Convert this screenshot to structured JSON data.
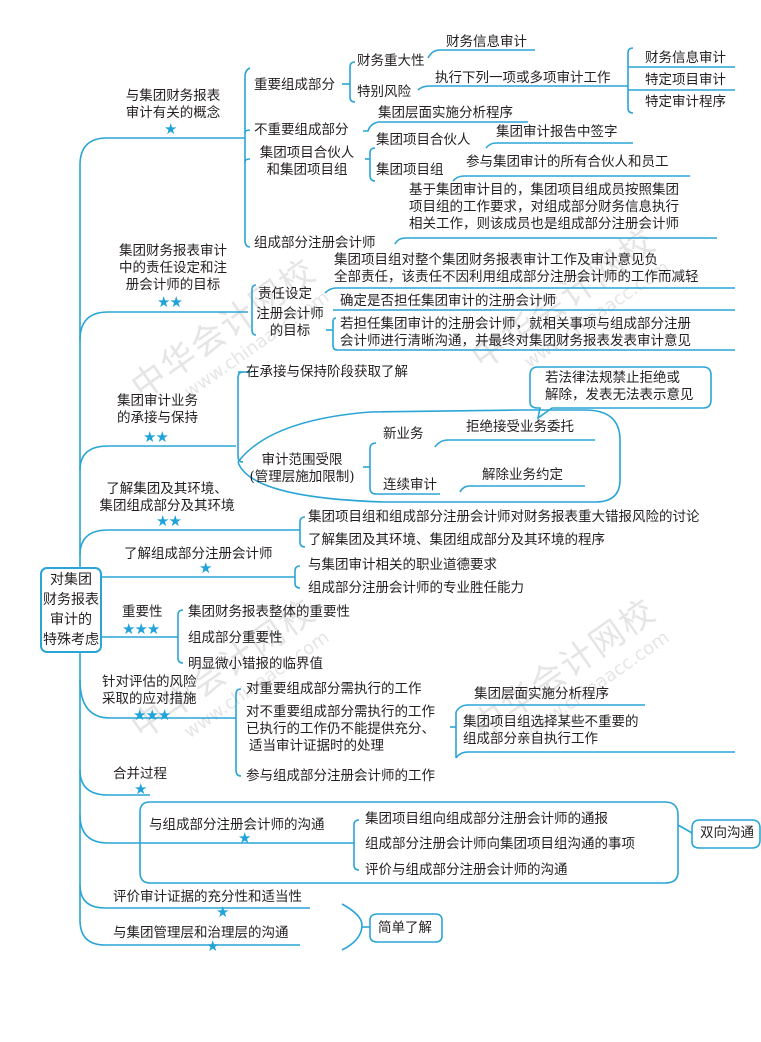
{
  "colors": {
    "line": "#2aa5d6",
    "star": "#1fa3d9",
    "text": "#231f20"
  },
  "root": {
    "label": "对集团财务报表审计的特殊考虑",
    "lines": [
      "对集团",
      "财务报表",
      "审计的",
      "特殊考虑"
    ]
  },
  "branches": {
    "concepts": {
      "title": [
        "与集团财务报表",
        "审计有关的概念"
      ],
      "stars": "★",
      "significant": {
        "label": "重要组成部分",
        "financial_significance": {
          "label": "财务重大性",
          "result": "财务信息审计"
        },
        "special_risk": {
          "label": "特别风险",
          "result": "执行下列一项或多项审计工作",
          "options": [
            "财务信息审计",
            "特定项目审计",
            "特定审计程序"
          ]
        }
      },
      "non_significant": {
        "label": "不重要组成部分",
        "result": "集团层面实施分析程序"
      },
      "partner_team": {
        "label": [
          "集团项目合伙人",
          "和集团项目组"
        ],
        "partner": {
          "label": "集团项目合伙人",
          "desc": "集团审计报告中签字"
        },
        "team": {
          "label": "集团项目组",
          "desc": "参与集团审计的所有合伙人和员工"
        }
      },
      "component_auditor": {
        "label": "组成部分注册会计师",
        "desc": [
          "基于集团审计目的，集团项目组成员按照集团",
          "项目组的工作要求，对组成部分财务信息执行",
          "相关工作，则该成员也是组成部分注册会计师"
        ]
      }
    },
    "responsibility": {
      "title": [
        "集团财务报表审计",
        "中的责任设定和注",
        "册会计师的目标"
      ],
      "stars": "★★",
      "resp_setting": {
        "label": "责任设定",
        "desc": [
          "集团项目组对整个集团财务报表审计工作及审计意见负",
          "全部责任，该责任不因利用组成部分注册会计师的工作而减轻"
        ]
      },
      "objective": {
        "label": [
          "注册会计师",
          "的目标"
        ],
        "item1": "确定是否担任集团审计的注册会计师",
        "item2": [
          "若担任集团审计的注册会计师，就相关事项与组成部分注册",
          "会计师进行清晰沟通，并最终对集团财务报表发表审计意见"
        ]
      }
    },
    "acceptance": {
      "title": [
        "集团审计业务",
        "的承接与保持"
      ],
      "stars": "★★",
      "item1": "在承接与保持阶段获取了解",
      "scope_limit": {
        "label": [
          "审计范围受限",
          "(管理层施加限制)"
        ],
        "new": {
          "label": "新业务",
          "action": "拒绝接受业务委托"
        },
        "continuing": {
          "label": "连续审计",
          "action": "解除业务约定"
        },
        "callout": [
          "若法律法规禁止拒绝或",
          "解除，发表无法表示意见"
        ]
      }
    },
    "understanding_env": {
      "title": [
        "了解集团及其环境、",
        "集团组成部分及其环境"
      ],
      "stars": "★★",
      "items": [
        "集团项目组和组成部分注册会计师对财务报表重大错报风险的讨论",
        "了解集团及其环境、集团组成部分及其环境的程序"
      ]
    },
    "understanding_auditor": {
      "title": "了解组成部分注册会计师",
      "stars": "★",
      "items": [
        "与集团审计相关的职业道德要求",
        "组成部分注册会计师的专业胜任能力"
      ]
    },
    "materiality": {
      "title": "重要性",
      "stars": "★★★",
      "items": [
        "集团财务报表整体的重要性",
        "组成部分重要性",
        "明显微小错报的临界值"
      ]
    },
    "response": {
      "title": [
        "针对评估的风险",
        "采取的应对措施"
      ],
      "stars": "★★★",
      "item1": "对重要组成部分需执行的工作",
      "item2": [
        "对不重要组成部分需执行的工作",
        "已执行的工作仍不能提供充分、",
        "适当审计证据时的处理"
      ],
      "item2_sub": [
        "集团层面实施分析程序",
        "集团项目组选择某些不重要的",
        "组成部分亲自执行工作"
      ],
      "item3": "参与组成部分注册会计师的工作"
    },
    "consolidation": {
      "title": "合并过程",
      "stars": "★"
    },
    "communication_auditor": {
      "title": "与组成部分注册会计师的沟通",
      "stars": "★",
      "items": [
        "集团项目组向组成部分注册会计师的通报",
        "组成部分注册会计师向集团项目组沟通的事项",
        "评价与组成部分注册会计师的沟通"
      ],
      "callout": "双向沟通"
    },
    "evaluate_evidence": {
      "title": "评价审计证据的充分性和适当性",
      "stars": "★"
    },
    "communication_mgmt": {
      "title": "与集团管理层和治理层的沟通",
      "stars": "★"
    },
    "simple_callout": "简单了解"
  },
  "watermark": {
    "cn": "中华会计网校",
    "url": "www.chinaacc.com"
  }
}
